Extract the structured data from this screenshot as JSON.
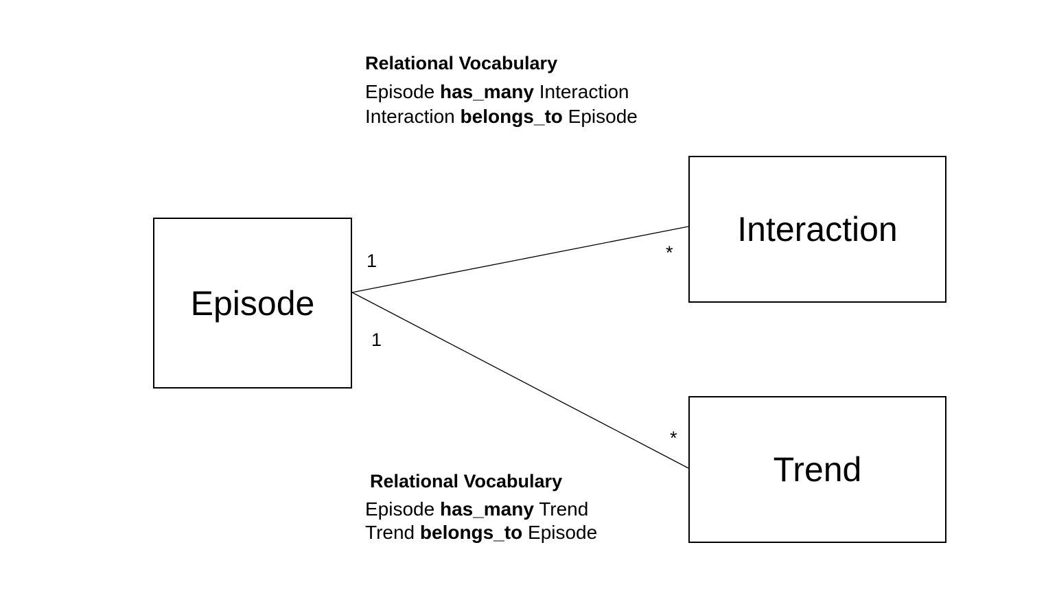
{
  "entities": {
    "episode": "Episode",
    "interaction": "Interaction",
    "trend": "Trend"
  },
  "relations": [
    {
      "from": "Episode",
      "to": "Interaction",
      "from_multiplicity": "1",
      "to_multiplicity": "*"
    },
    {
      "from": "Episode",
      "to": "Trend",
      "from_multiplicity": "1",
      "to_multiplicity": "*"
    }
  ],
  "vocab_top": {
    "title": "Relational Vocabulary",
    "line1": {
      "subject": "Episode",
      "verb": "has_many",
      "object": "Interaction"
    },
    "line2": {
      "subject": "Interaction",
      "verb": "belongs_to",
      "object": "Episode"
    }
  },
  "vocab_bottom": {
    "title": "Relational Vocabulary",
    "line1": {
      "subject": "Episode",
      "verb": "has_many",
      "object": "Trend"
    },
    "line2": {
      "subject": "Trend",
      "verb": "belongs_to",
      "object": "Episode"
    }
  },
  "colors": {
    "line": "#000000",
    "background": "#ffffff"
  }
}
